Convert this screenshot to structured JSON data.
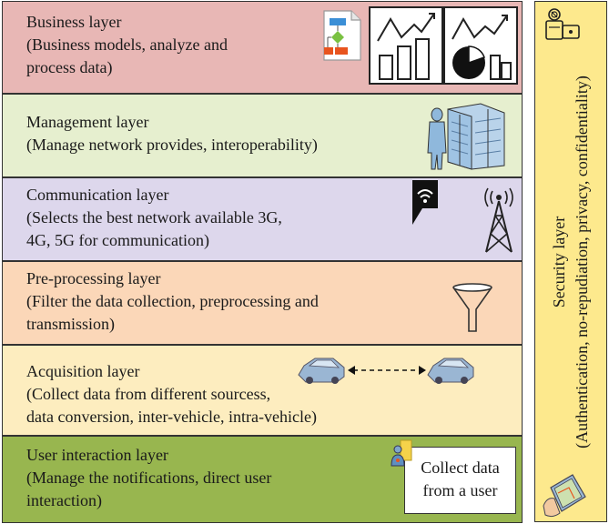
{
  "layers": [
    {
      "title": "Business layer",
      "description": "(Business models, analyze and\nprocess data)",
      "color": "#e8b7b5"
    },
    {
      "title": "Management layer",
      "description": "(Manage network provides, interoperability)",
      "color": "#e6efcf"
    },
    {
      "title": "Communication layer",
      "description": "(Selects the best network available 3G,\n4G, 5G for communication)",
      "color": "#ddd7ec"
    },
    {
      "title": "Pre-processing layer",
      "description": "(Filter the data collection, preprocessing and\ntransmission)",
      "color": "#fbd7b8"
    },
    {
      "title": "Acquisition layer",
      "description": "(Collect data from different sourcess,\ndata conversion, inter-vehicle, intra-vehicle)",
      "color": "#fdedbf"
    },
    {
      "title": "User interaction layer",
      "description": "(Manage the notifications, direct user\ninteraction)",
      "color": "#98b64f"
    }
  ],
  "security": {
    "title": "Security layer",
    "description": "(Authentication, no-repudiation, privacy, confidentiality)",
    "color": "#fde98d"
  },
  "collect_box": "Collect data\nfrom a user",
  "icons": [
    "flowchart-icon",
    "line-bar-chart-icon",
    "line-pie-chart-icon",
    "server-person-icon",
    "wifi-icon",
    "antenna-tower-icon",
    "funnel-icon",
    "car-icon",
    "car-icon",
    "user-notification-icon",
    "lock-keys-icon",
    "tablet-map-icon"
  ]
}
